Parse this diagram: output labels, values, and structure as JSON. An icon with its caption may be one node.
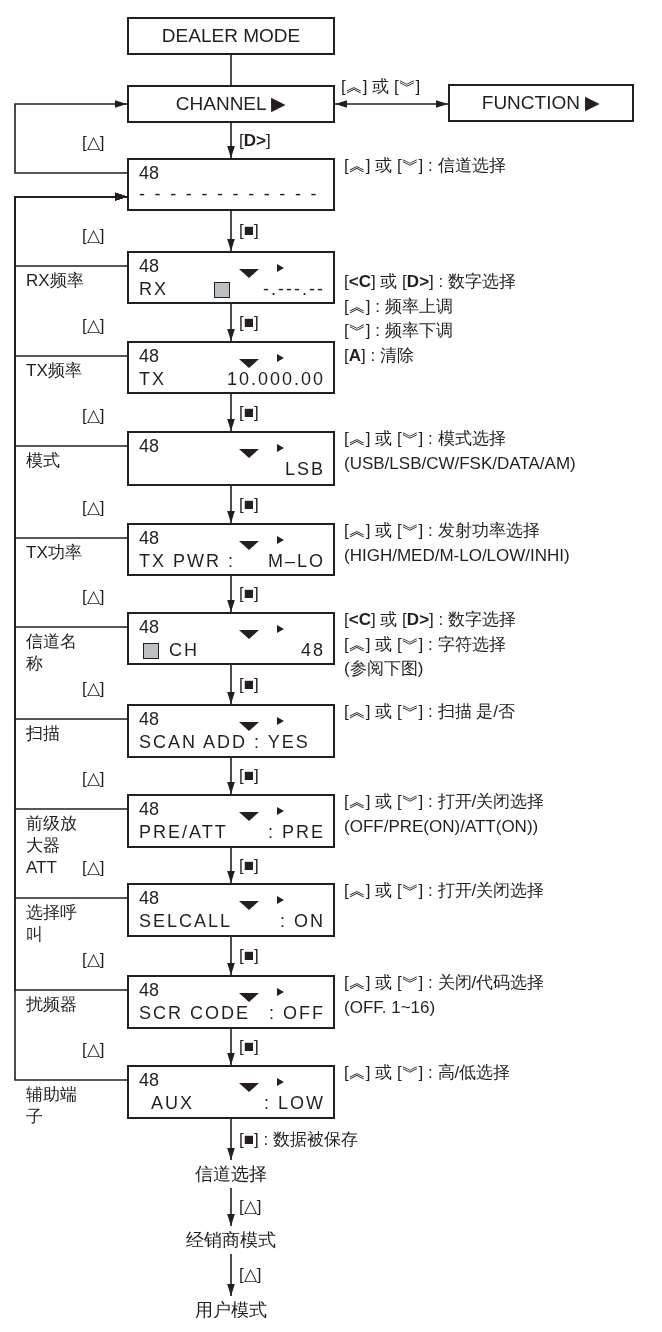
{
  "diagram": {
    "nodes": [
      {
        "text": [
          "DEALER MODE"
        ]
      },
      {
        "text": [
          "CHANNEL ▶"
        ]
      },
      {
        "text": [
          "FUNCTION ▶"
        ]
      },
      {
        "text": [
          "48",
          "------------"
        ],
        "beside": [
          "[︽] 或 [︾] : 信道选择"
        ]
      },
      {
        "text": [
          "48",
          "RX",
          "-.---.--"
        ],
        "beside": [
          "RX频率",
          "[**<C**] 或 [**D>**] : 数字选择",
          "[︽] : 频率上调",
          "[︾] : 频率下调",
          "[**A**] : 清除"
        ]
      },
      {
        "text": [
          "48",
          "TX",
          "10.000.00"
        ],
        "beside": [
          "TX频率"
        ]
      },
      {
        "text": [
          "48",
          "LSB"
        ],
        "beside": [
          "模式",
          "[︽] 或 [︾] : 模式选择",
          "(USB/LSB/CW/FSK/DATA/AM)"
        ]
      },
      {
        "text": [
          "48",
          "TX PWR :",
          "M–LO"
        ],
        "beside": [
          "TX功率",
          "[︽] 或 [︾] : 发射功率选择",
          "(HIGH/MED/M-LO/LOW/INHI)"
        ]
      },
      {
        "text": [
          "48",
          "CH",
          "48"
        ],
        "beside": [
          "信道名称",
          "[**<C**] 或 [**D>**] : 数字选择",
          "[︽] 或 [︾] : 字符选择",
          "(参阅下图)"
        ]
      },
      {
        "text": [
          "48",
          "SCAN ADD : YES"
        ],
        "beside": [
          "扫描",
          "[︽] 或 [︾] : 扫描 是/否"
        ]
      },
      {
        "text": [
          "48",
          "PRE/ATT",
          ": PRE"
        ],
        "beside": [
          "前级放大器ATT",
          "[︽] 或 [︾] : 打开/关闭选择",
          "(OFF/PRE(ON)/ATT(ON))"
        ]
      },
      {
        "text": [
          "48",
          "SELCALL",
          ": ON"
        ],
        "beside": [
          "选择呼叫",
          "[︽] 或 [︾] : 打开/关闭选择"
        ]
      },
      {
        "text": [
          "48",
          "SCR CODE",
          ": OFF"
        ],
        "beside": [
          "扰频器",
          "[︽] 或 [︾] : 关闭/代码选择",
          "(OFF. 1~16)"
        ]
      },
      {
        "text": [
          "48",
          "AUX",
          ": LOW"
        ],
        "beside": [
          "辅助端子",
          "[︽] 或 [︾] : 高/低选择"
        ]
      },
      {
        "text": [
          "信道选择"
        ]
      },
      {
        "text": [
          "经销商模式"
        ]
      },
      {
        "text": [
          "用户模式"
        ]
      }
    ],
    "edges": [
      {
        "from": 0,
        "to": 1,
        "arrow": "none"
      },
      {
        "from": 1,
        "to": 2,
        "arrow": "both",
        "label": "[︽] 或 [︾]"
      },
      {
        "from": 1,
        "to": 3,
        "arrow": "to",
        "label": "[**D>**]"
      },
      {
        "from": 3,
        "to": 1,
        "arrow": "to",
        "label": "[△]"
      },
      {
        "from": 3,
        "to": 4,
        "arrow": "to",
        "label": "[■]"
      },
      {
        "from": 4,
        "to": 5,
        "arrow": "to",
        "label": "[■]"
      },
      {
        "from": 5,
        "to": 6,
        "arrow": "to",
        "label": "[■]"
      },
      {
        "from": 6,
        "to": 7,
        "arrow": "to",
        "label": "[■]"
      },
      {
        "from": 7,
        "to": 8,
        "arrow": "to",
        "label": "[■]"
      },
      {
        "from": 8,
        "to": 9,
        "arrow": "to",
        "label": "[■]"
      },
      {
        "from": 9,
        "to": 10,
        "arrow": "to",
        "label": "[■]"
      },
      {
        "from": 10,
        "to": 11,
        "arrow": "to",
        "label": "[■]"
      },
      {
        "from": 11,
        "to": 12,
        "arrow": "to",
        "label": "[■]"
      },
      {
        "from": 12,
        "to": 13,
        "arrow": "to",
        "label": "[■]"
      },
      {
        "from": 13,
        "to": 14,
        "arrow": "to",
        "label": "[■] : 数据被保存"
      },
      {
        "from": 14,
        "to": 15,
        "arrow": "to",
        "label": "[△]"
      },
      {
        "from": 15,
        "to": 16,
        "arrow": "to",
        "label": "[△]"
      },
      {
        "from": 4,
        "to": 3,
        "arrow": "to",
        "label": "[△]"
      },
      {
        "from": 5,
        "to": 3,
        "arrow": "to",
        "label": "[△]"
      },
      {
        "from": 6,
        "to": 3,
        "arrow": "to",
        "label": "[△]"
      },
      {
        "from": 7,
        "to": 3,
        "arrow": "to",
        "label": "[△]"
      },
      {
        "from": 8,
        "to": 3,
        "arrow": "to",
        "label": "[△]"
      },
      {
        "from": 9,
        "to": 3,
        "arrow": "to",
        "label": "[△]"
      },
      {
        "from": 10,
        "to": 3,
        "arrow": "to",
        "label": "[△]"
      },
      {
        "from": 11,
        "to": 3,
        "arrow": "to",
        "label": "[△]"
      },
      {
        "from": 12,
        "to": 3,
        "arrow": "to",
        "label": "[△]"
      },
      {
        "from": 13,
        "to": 3,
        "arrow": "to",
        "label": "[△]"
      }
    ]
  }
}
